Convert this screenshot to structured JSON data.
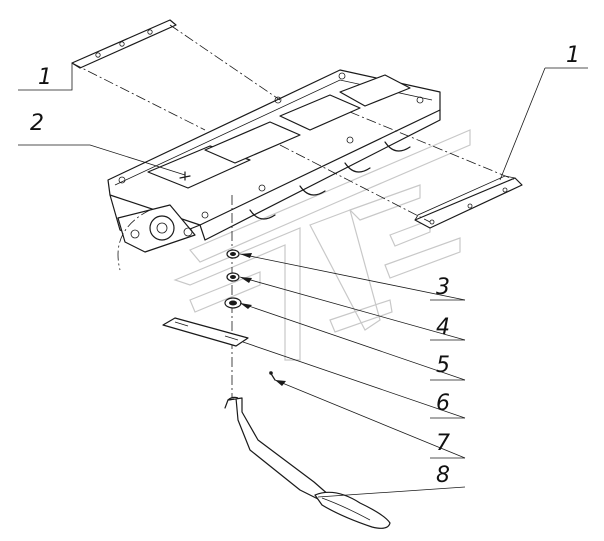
{
  "callouts": [
    {
      "id": "1",
      "label": "1"
    },
    {
      "id": "2",
      "label": "2"
    },
    {
      "id": "1b",
      "label": "1"
    },
    {
      "id": "3",
      "label": "3"
    },
    {
      "id": "4",
      "label": "4"
    },
    {
      "id": "5",
      "label": "5"
    },
    {
      "id": "6",
      "label": "6"
    },
    {
      "id": "7",
      "label": "7"
    },
    {
      "id": "8",
      "label": "8"
    }
  ],
  "colors": {
    "line": "#1a1a1a",
    "watermark": "#c8c8c8",
    "background": "#ffffff"
  }
}
